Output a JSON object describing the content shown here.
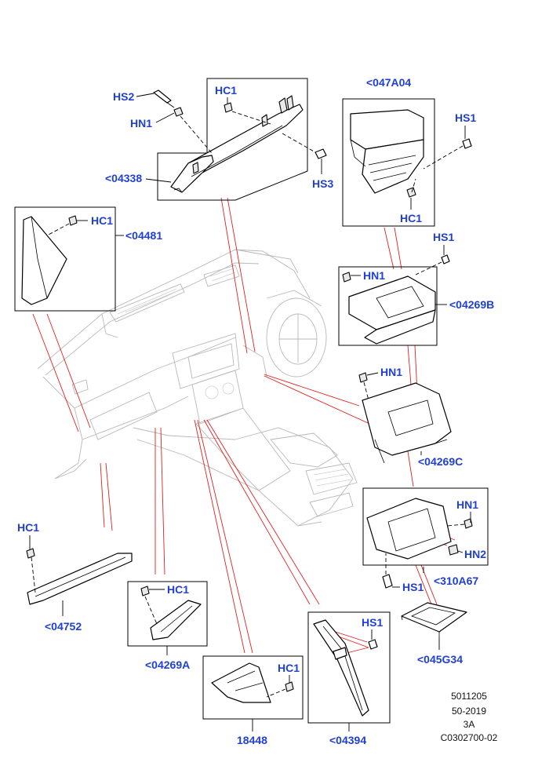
{
  "labels": {
    "hs2": "HS2",
    "hn1_top": "HN1",
    "hc1_top": "HC1",
    "p04338": "<04338",
    "hs3": "HS3",
    "p047a04": "<047A04",
    "hs1_a": "HS1",
    "hc1_a": "HC1",
    "hc1_b": "HC1",
    "p04481": "<04481",
    "hs1_b": "HS1",
    "hn1_b": "HN1",
    "p04269b": "<04269B",
    "hn1_c": "HN1",
    "p04269c": "<04269C",
    "hn1_d": "HN1",
    "hn2": "HN2",
    "hs1_d": "HS1",
    "p310a67": "<310A67",
    "p045g34": "<045G34",
    "hc1_e": "HC1",
    "p04752": "<04752",
    "hc1_f": "HC1",
    "p04269a": "<04269A",
    "hc1_g": "HC1",
    "p18448": "18448",
    "hs1_h": "HS1",
    "p04394": "<04394"
  },
  "footer": {
    "line1": "5011205",
    "line2": "50-2019",
    "line3": "3A",
    "line4": "C0302700-02"
  }
}
